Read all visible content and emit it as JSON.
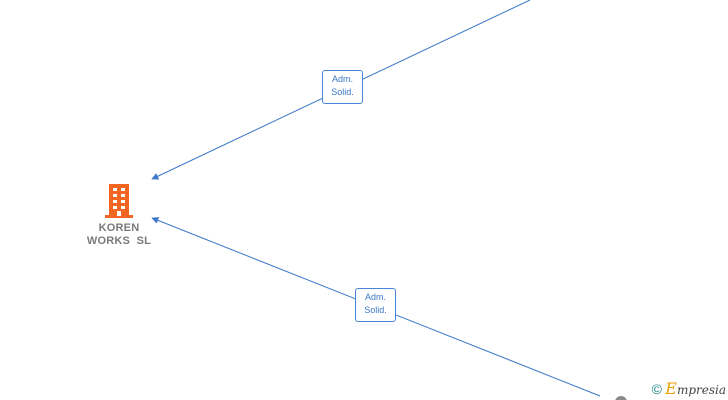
{
  "company": {
    "name_line1": "KOREN",
    "name_line2": "WORKS  SL",
    "icon": "building-icon",
    "icon_color": "#f26522"
  },
  "edges": [
    {
      "label_line1": "Adm.",
      "label_line2": "Solid."
    },
    {
      "label_line1": "Adm.",
      "label_line2": "Solid."
    }
  ],
  "colors": {
    "edge": "#3b78c8",
    "label_border": "#4a86d4",
    "company_text": "#7a7a7a"
  },
  "watermark": {
    "copyright": "©",
    "brand_initial": "E",
    "brand_rest": "mpresia"
  }
}
